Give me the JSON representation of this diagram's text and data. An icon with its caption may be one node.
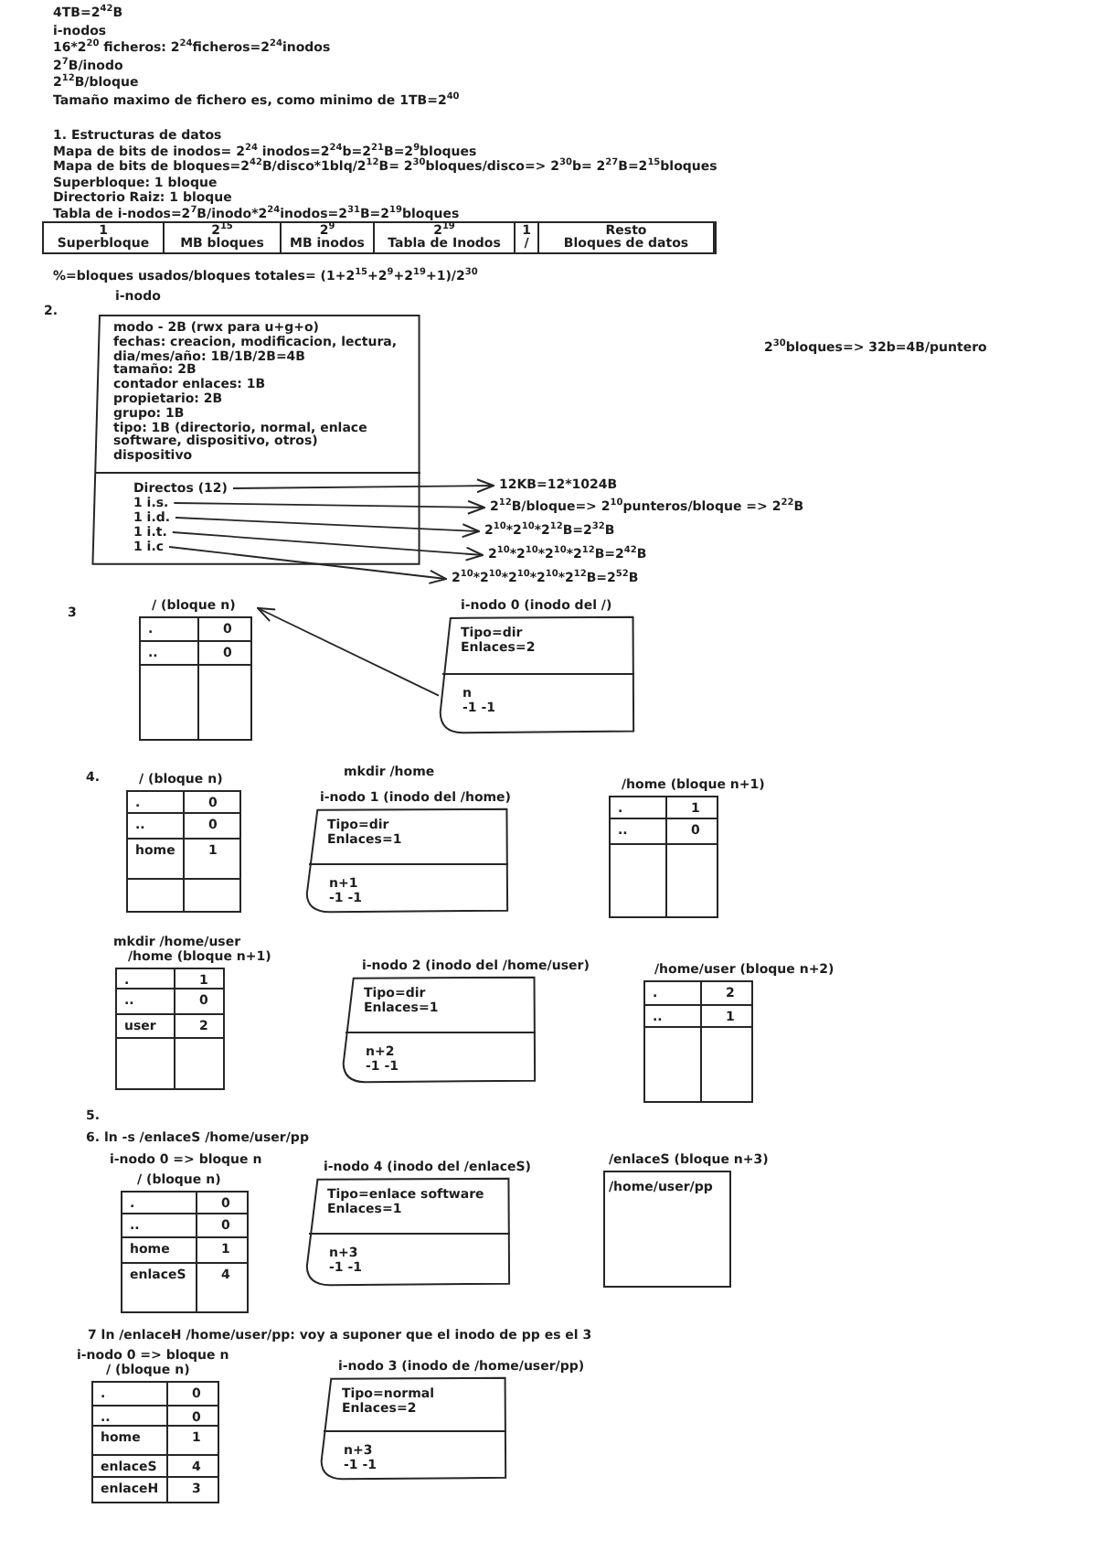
{
  "diagram": {
    "nodes": [
      {
        "text": [
          "i-nodo",
          "modo - 2B (rwx para u+g+o)",
          "fechas: creacion, modificacion, lectura, dia/mes/año: 1B/1B/2B=4B",
          "tamaño: 2B",
          "contador enlaces: 1B",
          "propietario: 2B",
          "grupo: 1B",
          "tipo: 1B (directorio, normal, enlace software, dispositivo, otros)",
          "dispositivo"
        ]
      },
      {
        "text": [
          "Directos (12)"
        ],
        "in": 0
      },
      {
        "text": [
          "1 i.s."
        ],
        "in": 0
      },
      {
        "text": [
          "1 i.d."
        ],
        "in": 0
      },
      {
        "text": [
          "1 i.t."
        ],
        "in": 0
      },
      {
        "text": [
          "1 i.c"
        ],
        "in": 0
      },
      {
        "text": [
          "12KB=12*1024B"
        ]
      },
      {
        "text": [
          "2$^{12}$B/bloque=> 2$^{10}$punteros/bloque => 2$^{22}$B"
        ]
      },
      {
        "text": [
          "2$^{10}$*2$^{10}$*2$^{12}$B=2$^{32}$B"
        ]
      },
      {
        "text": [
          "2$^{10}$*2$^{10}$*2$^{10}$*2$^{12}$B=2$^{42}$B"
        ]
      },
      {
        "text": [
          "2$^{10}$*2$^{10}$*2$^{10}$*2$^{10}$*2$^{12}$B=2$^{52}$B"
        ]
      },
      {
        "text": [
          "/ (bloque n)",
          ".",
          "0",
          "..",
          "0"
        ]
      },
      {
        "text": [
          "i-nodo 0 (inodo del /)",
          "Tipo=dir",
          "Enlaces=2",
          "n",
          "-1 -1"
        ]
      },
      {
        "text": [
          "/ (bloque n)",
          ".",
          "0",
          "..",
          "0",
          "home",
          "1"
        ]
      },
      {
        "text": [
          "i-nodo 1 (inodo del /home)",
          "Tipo=dir",
          "Enlaces=1",
          "n+1",
          "-1 -1"
        ]
      },
      {
        "text": [
          "/home (bloque n+1)",
          ".",
          "1",
          "..",
          "0"
        ]
      },
      {
        "text": [
          "/home (bloque n+1)",
          ".",
          "1",
          "..",
          "0",
          "user",
          "2"
        ]
      },
      {
        "text": [
          "i-nodo 2 (inodo del /home/user)",
          "Tipo=dir",
          "Enlaces=1",
          "n+2",
          "-1 -1"
        ]
      },
      {
        "text": [
          "/home/user (bloque n+2)",
          ".",
          "2",
          "..",
          "1"
        ]
      },
      {
        "text": [
          "/ (bloque n)",
          ".",
          "0",
          "..",
          "0",
          "home",
          "1",
          "enlaceS",
          "4"
        ]
      },
      {
        "text": [
          "i-nodo 4 (inodo del /enlaceS)",
          "Tipo=enlace software",
          "Enlaces=1",
          "n+3",
          "-1 -1"
        ]
      },
      {
        "text": [
          "/enlaceS (bloque n+3)",
          "/home/user/pp"
        ]
      },
      {
        "text": [
          "/ (bloque n)",
          ".",
          "0",
          "..",
          "0",
          "home",
          "1",
          "enlaceS",
          "4",
          "enlaceH",
          "3"
        ]
      },
      {
        "text": [
          "i-nodo 3 (inodo de /home/user/pp)",
          "Tipo=normal",
          "Enlaces=2",
          "n+3",
          "-1 -1"
        ]
      }
    ],
    "edges": [
      {
        "from": 1,
        "to": 6,
        "arrow": "to"
      },
      {
        "from": 2,
        "to": 7,
        "arrow": "to"
      },
      {
        "from": 3,
        "to": 8,
        "arrow": "to"
      },
      {
        "from": 4,
        "to": 9,
        "arrow": "to"
      },
      {
        "from": 5,
        "to": 10,
        "arrow": "to"
      },
      {
        "from": 12,
        "to": 11,
        "arrow": "to"
      }
    ],
    "labels": [
      "4TB=2$^{42}$B",
      "i-nodos",
      "16*2$^{20}$ ficheros: 2$^{24}$ficheros=2$^{24}$inodos",
      "2$^{7}$B/inodo",
      "2$^{12}$B/bloque",
      "Tamaño maximo de fichero es, como minimo de 1TB=2$^{40}$",
      "1. Estructuras de datos",
      "Mapa de bits de inodos= 2$^{24}$ inodos=2$^{24}$b=2$^{21}$B=2$^{9}$bloques",
      "Mapa de bits de bloques=2$^{42}$B/disco*1blq/2$^{12}$B= 2$^{30}$bloques/disco=> 2$^{30}$b= 2$^{27}$B=2$^{15}$bloques",
      "Superbloque: 1 bloque",
      "Directorio Raiz: 1 bloque",
      "Tabla de i-nodos=2$^{7}$B/inodo*2$^{24}$inodos=2$^{31}$B=2$^{19}$bloques",
      "1",
      "Superbloque",
      "2$^{15}$",
      "MB bloques",
      "2$^{9}$",
      "MB inodos",
      "2$^{19}$",
      "Tabla de Inodos",
      "1",
      "/",
      "Resto",
      "Bloques de datos",
      "%=bloques usados/bloques totales= (1+2$^{15}$+2$^{9}$+2$^{19}$+1)/2$^{30}$",
      "2.",
      "2$^{30}$bloques=> 32b=4B/puntero",
      "3",
      "4.",
      "mkdir /home",
      "mkdir /home/user",
      "5.",
      "6. ln -s /enlaceS /home/user/pp",
      "i-nodo 0 => bloque n",
      "7 ln /enlaceH /home/user/pp: voy a suponer que el inodo de pp es el 3",
      "i-nodo 0 => bloque n"
    ]
  }
}
